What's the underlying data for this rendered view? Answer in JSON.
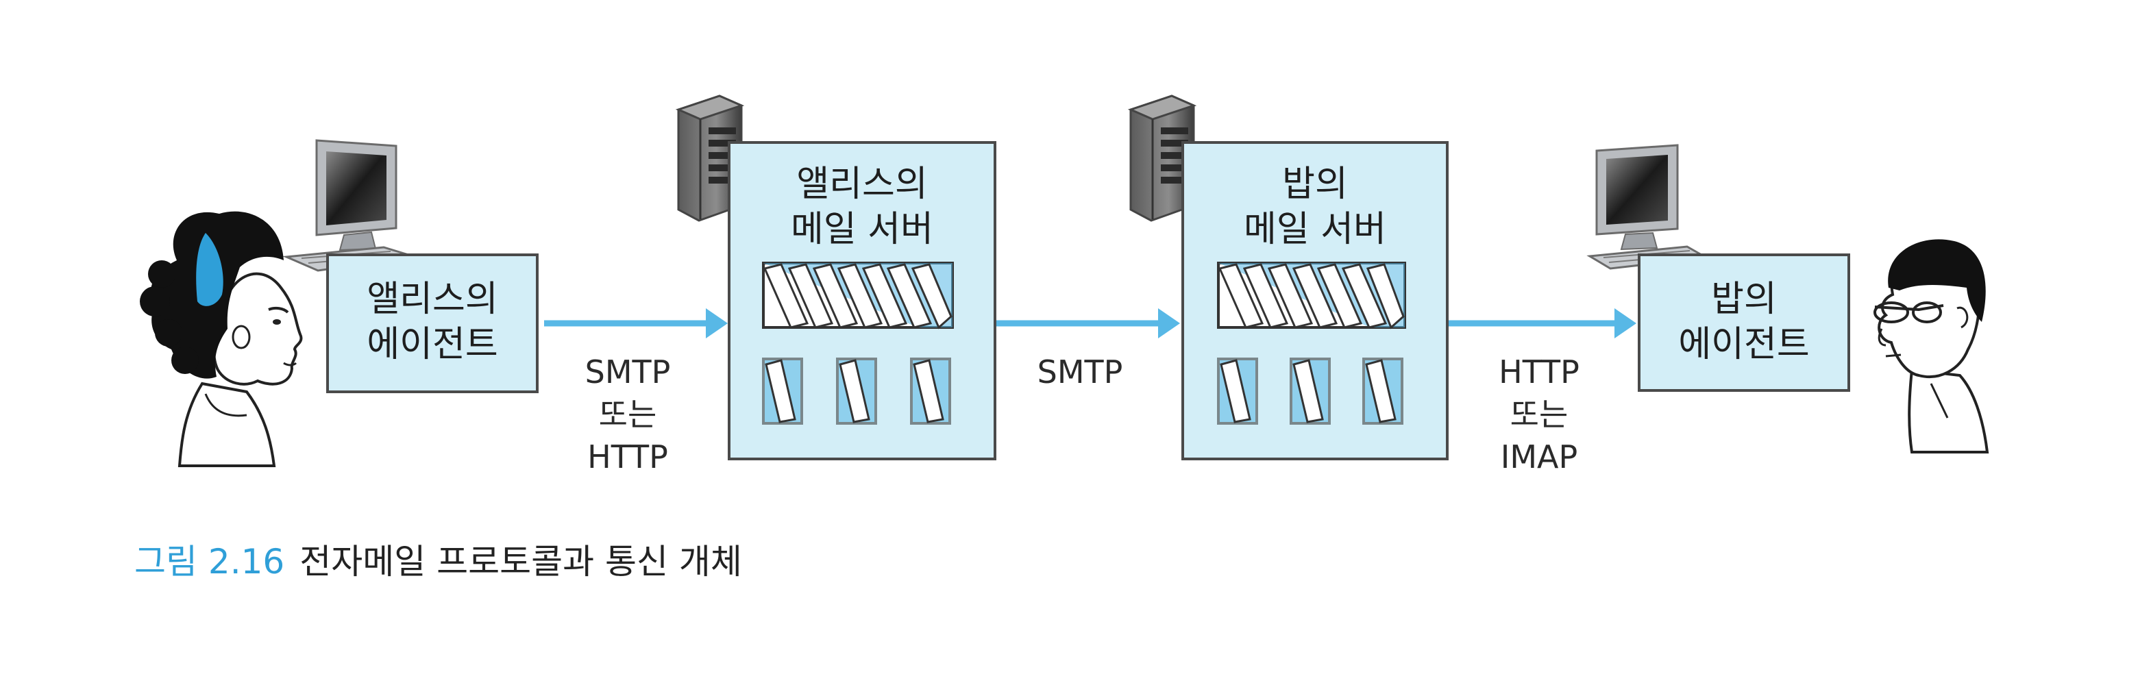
{
  "colors": {
    "box_fill": "#d3eef7",
    "box_stroke": "#4a4a4a",
    "arrow": "#58b8e6",
    "caption_number": "#2f9fd8"
  },
  "alice_agent": {
    "line1": "앨리스의",
    "line2": "에이전트"
  },
  "alice_server": {
    "line1": "앨리스의",
    "line2": "메일 서버"
  },
  "bob_server": {
    "line1": "밥의",
    "line2": "메일 서버"
  },
  "bob_agent": {
    "line1": "밥의",
    "line2": "에이전트"
  },
  "protocol_1": {
    "line1": "SMTP",
    "line2": "또는",
    "line3": "HTTP"
  },
  "protocol_2": {
    "line1": "SMTP"
  },
  "protocol_3": {
    "line1": "HTTP",
    "line2": "또는",
    "line3": "IMAP"
  },
  "caption": {
    "number": "그림 2.16",
    "text": "전자메일 프로토콜과 통신 개체"
  },
  "icons": [
    "alice-person-icon",
    "computer-icon",
    "server-tower-icon",
    "mailbox-icon",
    "bob-person-icon"
  ]
}
